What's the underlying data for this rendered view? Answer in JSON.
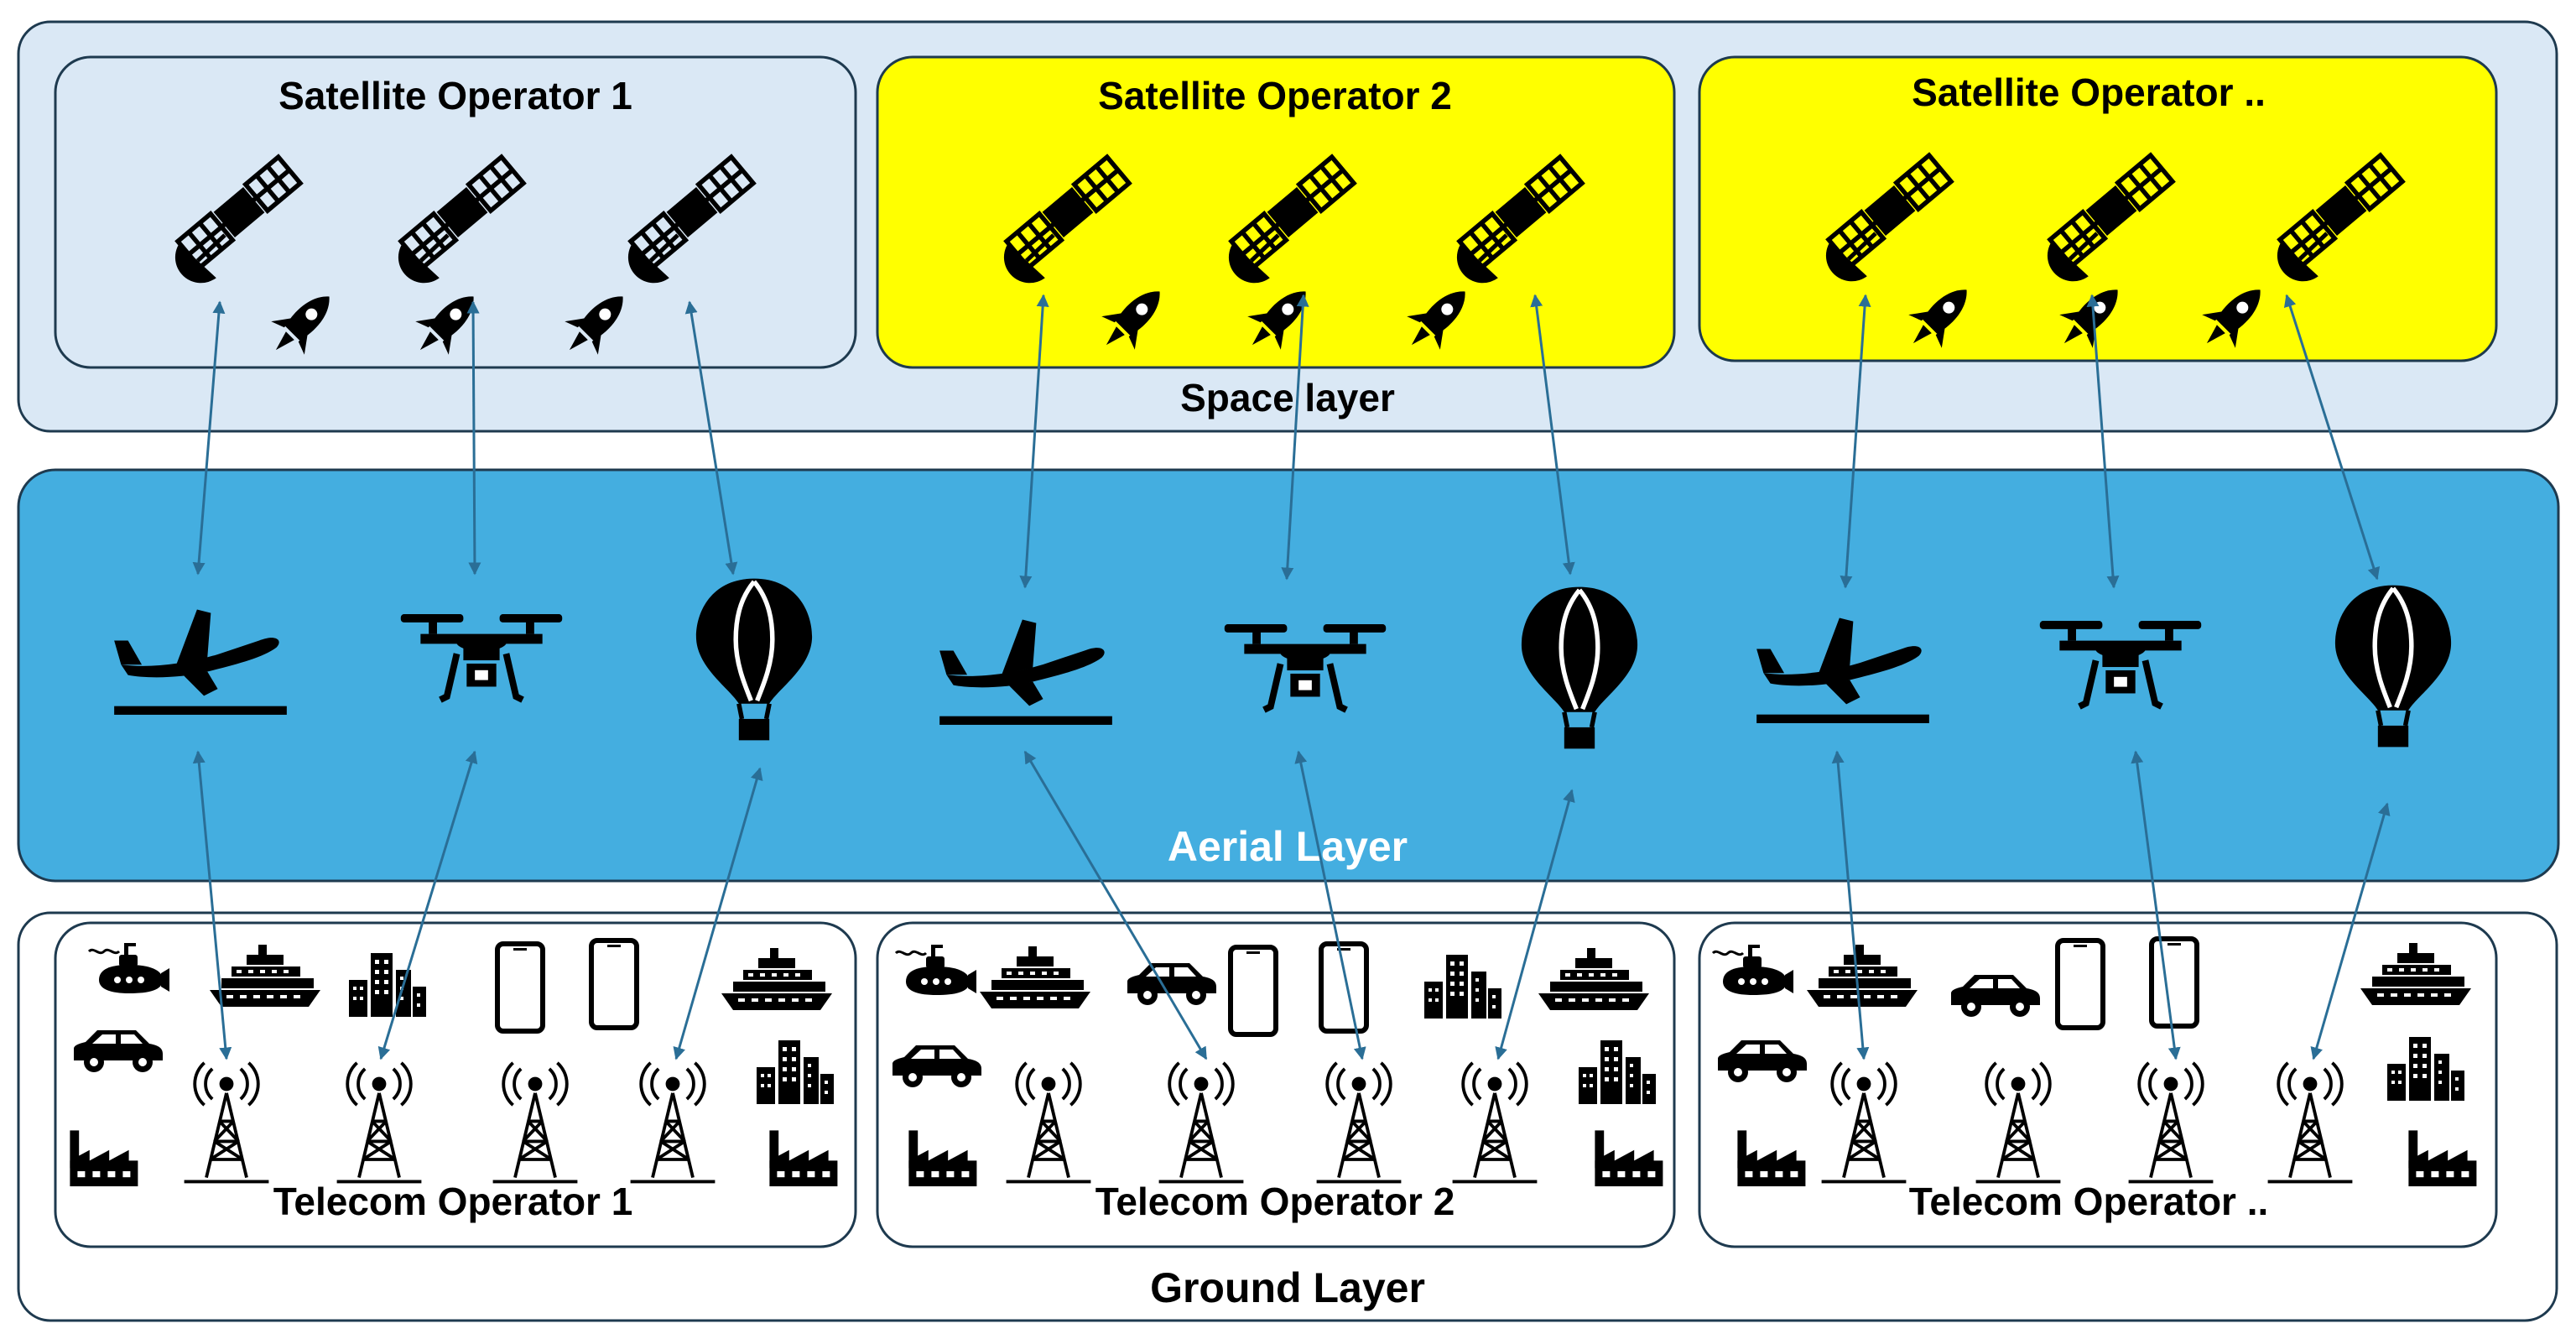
{
  "space_layer": {
    "label": "Space layer",
    "fill": "#dae8f5",
    "operators": [
      {
        "name": "Satellite Operator 1",
        "fill": "#dae8f5"
      },
      {
        "name": "Satellite Operator 2",
        "fill": "#ffff00"
      },
      {
        "name": "Satellite Operator ..",
        "fill": "#ffff00"
      }
    ]
  },
  "aerial_layer": {
    "label": "Aerial Layer",
    "fill": "#44aee0",
    "label_color": "#ffffff",
    "vehicles": [
      "airplane-icon",
      "drone-icon",
      "balloon-icon"
    ]
  },
  "ground_layer": {
    "label": "Ground Layer",
    "fill": "#ffffff",
    "operators": [
      {
        "name": "Telecom Operator 1"
      },
      {
        "name": "Telecom Operator 2"
      },
      {
        "name": "Telecom Operator .."
      }
    ]
  },
  "colors": {
    "border": "#1e3a4f",
    "arrow": "#2a6e96",
    "icon": "#000000"
  }
}
